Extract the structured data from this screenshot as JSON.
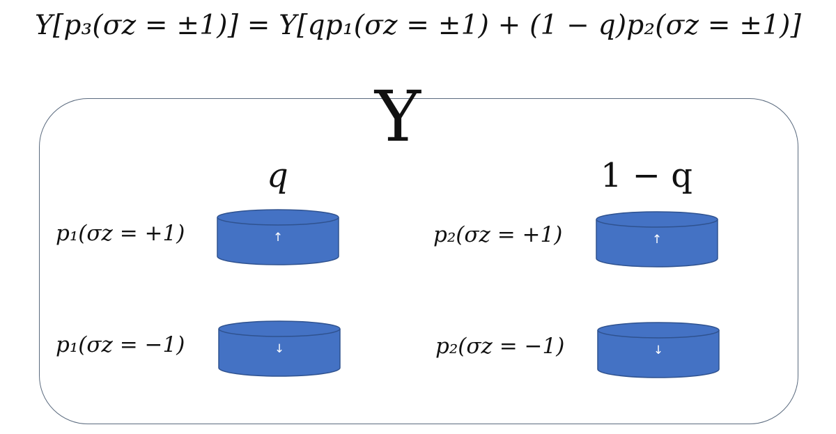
{
  "equation": {
    "lhs": "Υ[p₃(σz = ±1)]",
    "eq": " = ",
    "rhs": "Υ[qp₁(σz = ±1) + (1 − q)p₂(σz = ±1)]"
  },
  "box": {
    "symbol": "Υ",
    "weight_left": "q",
    "weight_right": "1 − q"
  },
  "states": [
    {
      "label": "p₁(σz = +1)",
      "arrow": "↑"
    },
    {
      "label": "p₁(σz = −1)",
      "arrow": "↓"
    },
    {
      "label": "p₂(σz = +1)",
      "arrow": "↑"
    },
    {
      "label": "p₂(σz = −1)",
      "arrow": "↓"
    }
  ],
  "colors": {
    "cylinder_fill": "#4472c4",
    "cylinder_stroke": "#2f528f",
    "box_border": "#5a6a7e"
  }
}
